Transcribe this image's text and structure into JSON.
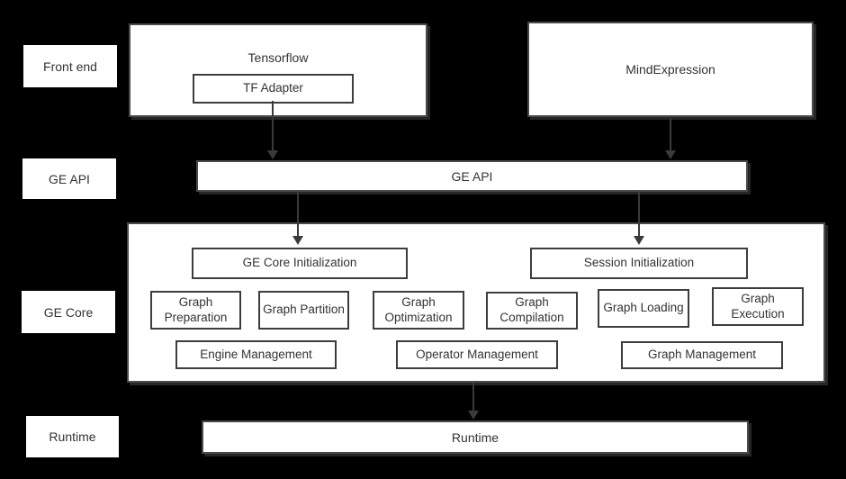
{
  "colors": {
    "background": "#000000",
    "box_background": "#ffffff",
    "outer_border": "#4a4a4a",
    "inner_border": "#3d3d3d",
    "text": "#333333",
    "arrow": "#3a3a3a"
  },
  "side_labels": [
    {
      "label": "Front end"
    },
    {
      "label": "GE API"
    },
    {
      "label": "GE Core"
    },
    {
      "label": "Runtime"
    }
  ],
  "front_end": {
    "tensorflow": {
      "title": "Tensorflow",
      "adapter": "TF Adapter"
    },
    "mindexpression": {
      "title": "MindExpression"
    }
  },
  "ge_api_bar": {
    "label": "GE API"
  },
  "ge_core": {
    "init_boxes": [
      {
        "label": "GE Core Initialization"
      },
      {
        "label": "Session Initialization"
      }
    ],
    "modules": [
      "Graph Preparation",
      "Graph Partition",
      "Graph Optimization",
      "Graph Compilation",
      "Graph Loading",
      "Graph Execution"
    ],
    "management": [
      "Engine Management",
      "Operator Management",
      "Graph Management"
    ]
  },
  "runtime_bar": {
    "label": "Runtime"
  }
}
